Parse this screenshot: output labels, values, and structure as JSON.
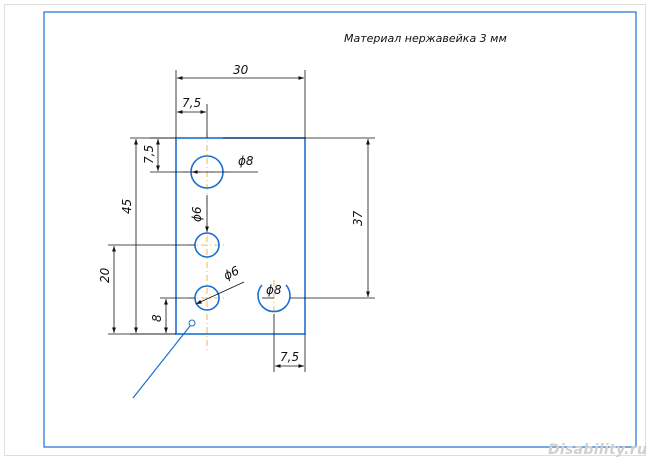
{
  "drawing": {
    "material_note": "Материал нержавейка 3 мм",
    "watermark": "Disability.ru",
    "dimensions": {
      "width": "30",
      "hole_offset_left": "7,5",
      "hole_offset_top": "7,5",
      "height_to_top_hole": "45",
      "height_to_middle_hole": "20",
      "height_to_bottom_holes": "8",
      "hole_spacing_vertical": "37",
      "hole_offset_right": "7,5",
      "dia_top_hole": "ϕ8",
      "dia_middle_hole": "ϕ6",
      "dia_bottom_left_hole": "ϕ6",
      "dia_bottom_right_hole": "ϕ8"
    }
  }
}
